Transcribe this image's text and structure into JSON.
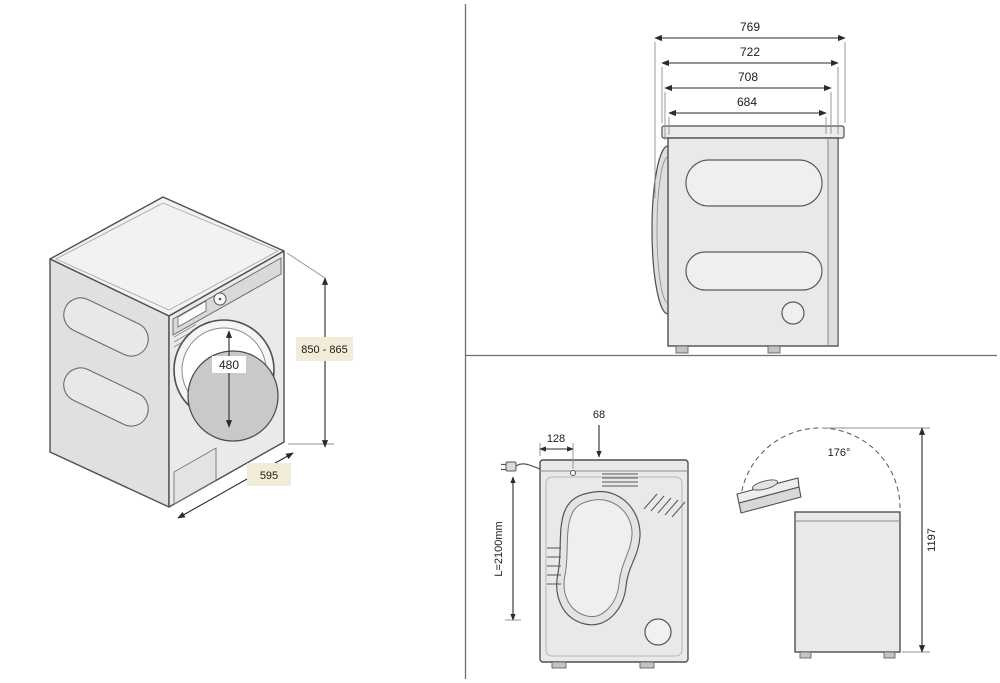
{
  "colors": {
    "label_bg": "#f1ecd7",
    "divider": "#6f6f6f"
  },
  "iso_view": {
    "height_label": "850 - 865",
    "door_label": "480",
    "width_label": "595"
  },
  "side_view": {
    "dims": [
      "769",
      "722",
      "708",
      "684"
    ]
  },
  "rear_view": {
    "left_offset_label": "128",
    "top_offset_label": "68",
    "cord_label": "L=2100mm"
  },
  "lid_view": {
    "angle_label": "176°",
    "height_label": "1197"
  }
}
